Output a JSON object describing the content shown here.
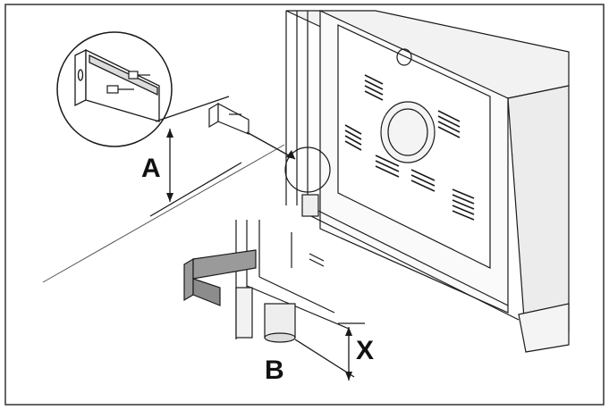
{
  "figure": {
    "labels": {
      "a": "A",
      "b": "B",
      "x": "X"
    },
    "colors": {
      "line": "#1a1a1a",
      "bracket_fill": "#9a9a9a",
      "appliance_top": "#ececec",
      "panel": "#fafafa",
      "border": "#333333"
    },
    "icons": [
      "anti-tip-bracket-icon",
      "screw-icon",
      "magnifier-circle-icon",
      "appliance-foot-icon"
    ]
  }
}
